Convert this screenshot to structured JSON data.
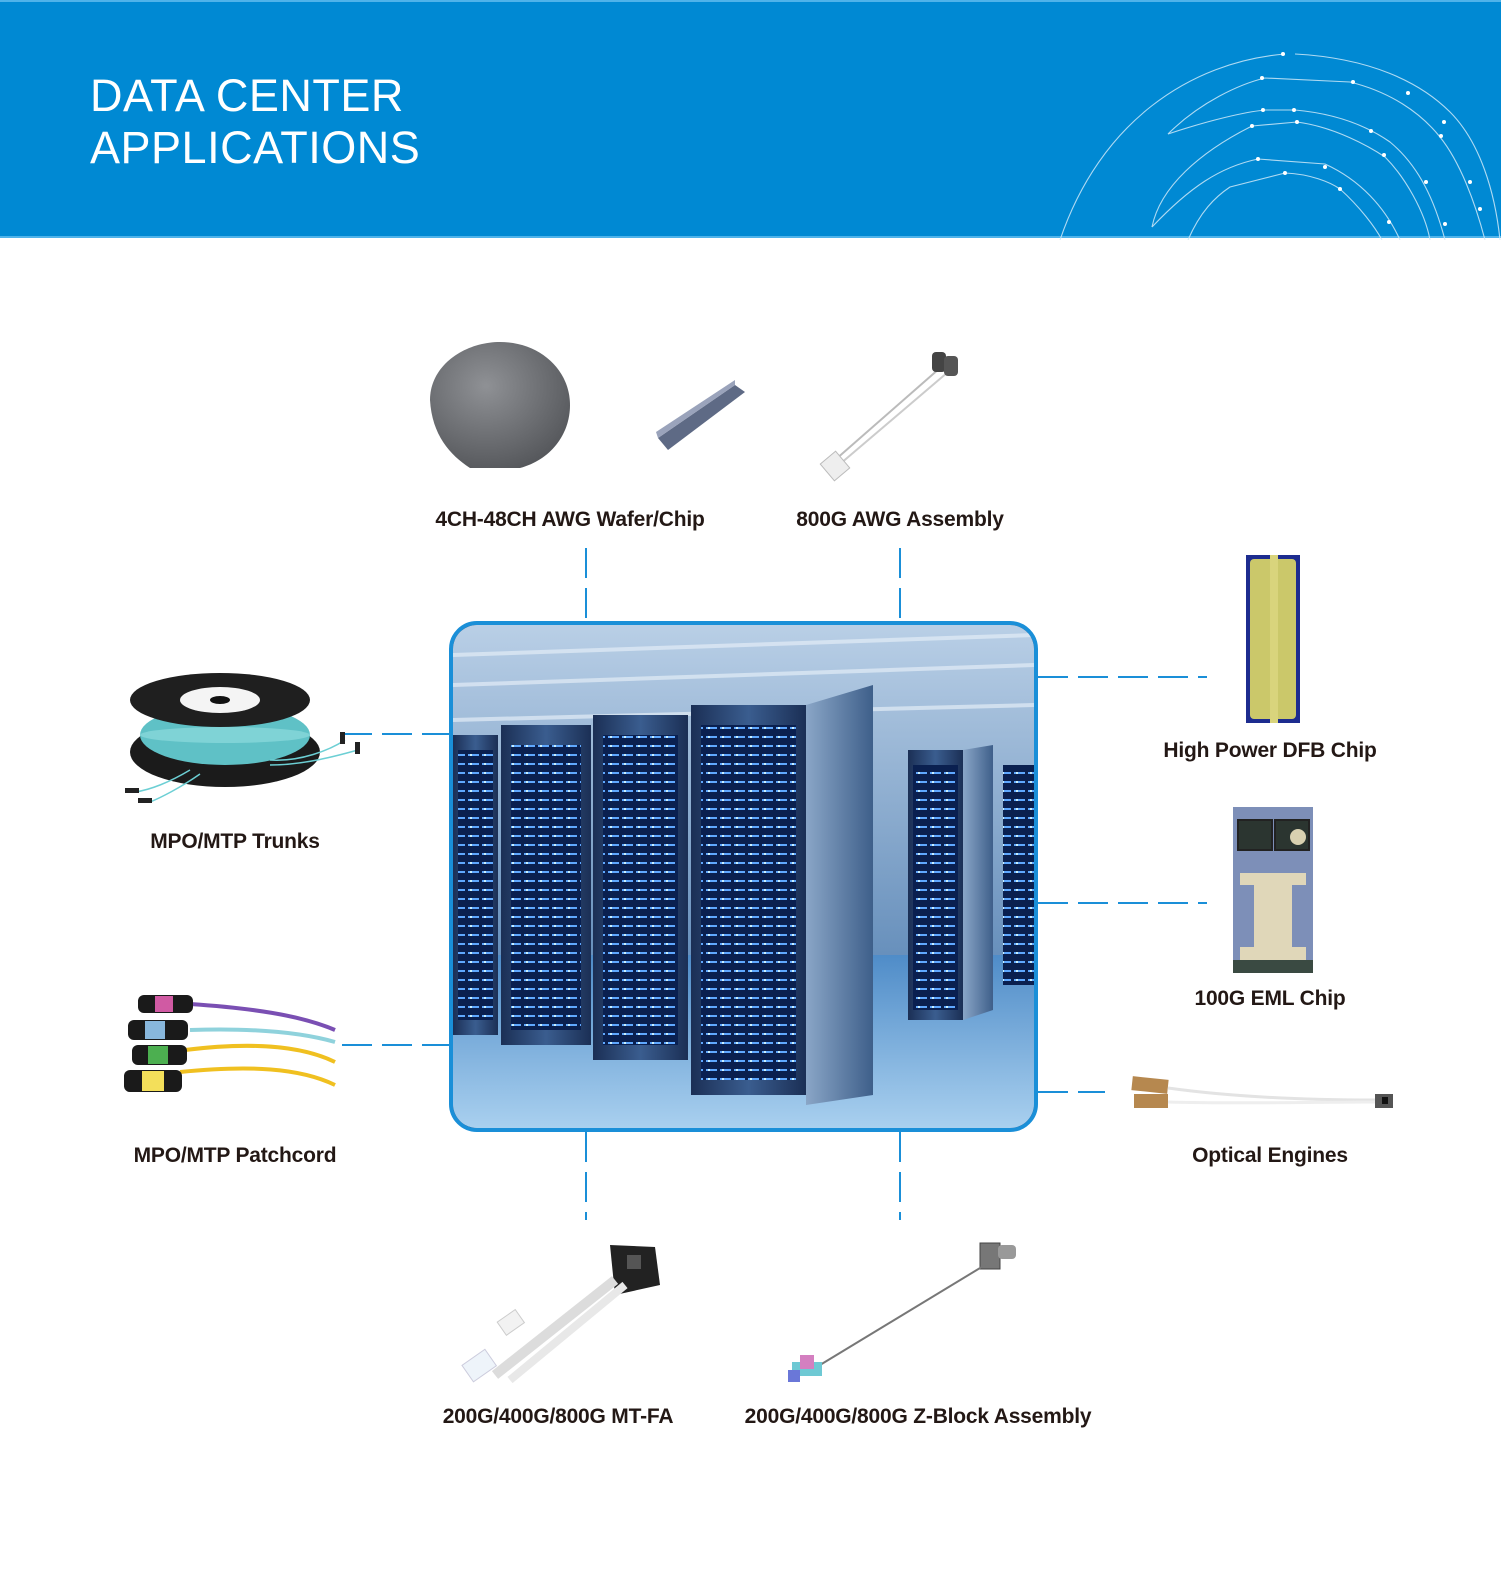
{
  "header": {
    "title_line1": "DATA CENTER",
    "title_line2": "APPLICATIONS",
    "background_color": "#0089d3",
    "decoration": "concentric-arc-lines"
  },
  "hub": {
    "image": "data-center-server-racks-photo",
    "border_color": "#1a8fd8"
  },
  "products": [
    {
      "id": "awg-wafer-chip",
      "label": "4CH-48CH AWG Wafer/Chip",
      "icon": "wafer-and-chip-image"
    },
    {
      "id": "awg-assembly",
      "label": "800G AWG Assembly",
      "icon": "fiber-assembly-image"
    },
    {
      "id": "mpo-trunks",
      "label": "MPO/MTP Trunks",
      "icon": "fiber-spool-image"
    },
    {
      "id": "mpo-patchcord",
      "label": "MPO/MTP Patchcord",
      "icon": "colored-patchcords-image"
    },
    {
      "id": "dfb-chip",
      "label": "High Power DFB Chip",
      "icon": "dfb-chip-image"
    },
    {
      "id": "eml-chip",
      "label": "100G EML Chip",
      "icon": "eml-chip-image"
    },
    {
      "id": "optical-engines",
      "label": "Optical Engines",
      "icon": "optical-engine-image"
    },
    {
      "id": "mt-fa",
      "label": "200G/400G/800G MT-FA",
      "icon": "mt-fa-image"
    },
    {
      "id": "z-block",
      "label": "200G/400G/800G Z-Block Assembly",
      "icon": "z-block-image"
    }
  ],
  "connector_color": "#1a8fd8"
}
